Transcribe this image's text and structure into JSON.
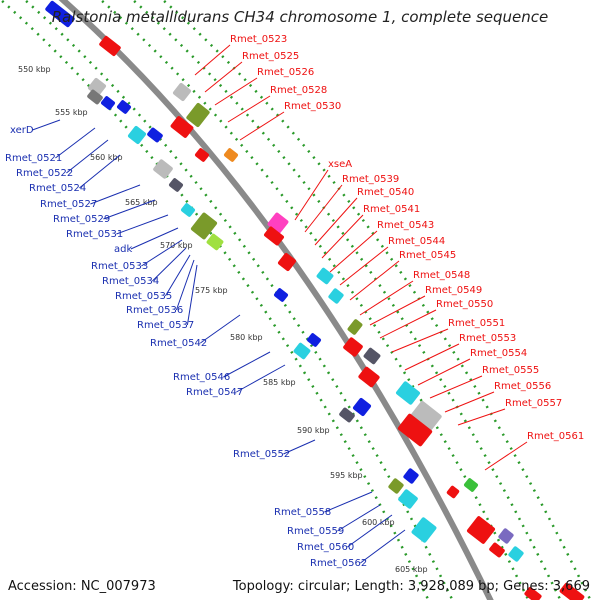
{
  "title": "Ralstonia metallidurans CH34 chromosome 1, complete sequence",
  "footer": {
    "accession": "Accession: NC_007973",
    "topology": "Topology: circular; Length: 3,928,089 bp; Genes: 3,669"
  },
  "colors": {
    "backbone": "#8a8a8a",
    "track_dots": "#2a9a2a",
    "forward_label": "#ee1111",
    "reverse_label": "#1a2fb0"
  },
  "ticks": [
    "550 kbp",
    "555 kbp",
    "560 kbp",
    "565 kbp",
    "570 kbp",
    "575 kbp",
    "580 kbp",
    "585 kbp",
    "590 kbp",
    "595 kbp",
    "600 kbp",
    "605 kbp"
  ],
  "forward_labels": [
    "Rmet_0523",
    "Rmet_0525",
    "Rmet_0526",
    "Rmet_0528",
    "Rmet_0530",
    "xseA",
    "Rmet_0539",
    "Rmet_0540",
    "Rmet_0541",
    "Rmet_0543",
    "Rmet_0544",
    "Rmet_0545",
    "Rmet_0548",
    "Rmet_0549",
    "Rmet_0550",
    "Rmet_0551",
    "Rmet_0553",
    "Rmet_0554",
    "Rmet_0555",
    "Rmet_0556",
    "Rmet_0557",
    "Rmet_0561"
  ],
  "reverse_labels": [
    "xerD",
    "Rmet_0521",
    "Rmet_0522",
    "Rmet_0524",
    "Rmet_0527",
    "Rmet_0529",
    "Rmet_0531",
    "adk",
    "Rmet_0533",
    "Rmet_0534",
    "Rmet_0535",
    "Rmet_0536",
    "Rmet_0537",
    "Rmet_0542",
    "Rmet_0546",
    "Rmet_0547",
    "Rmet_0552",
    "Rmet_0558",
    "Rmet_0559",
    "Rmet_0560",
    "Rmet_0562"
  ]
}
